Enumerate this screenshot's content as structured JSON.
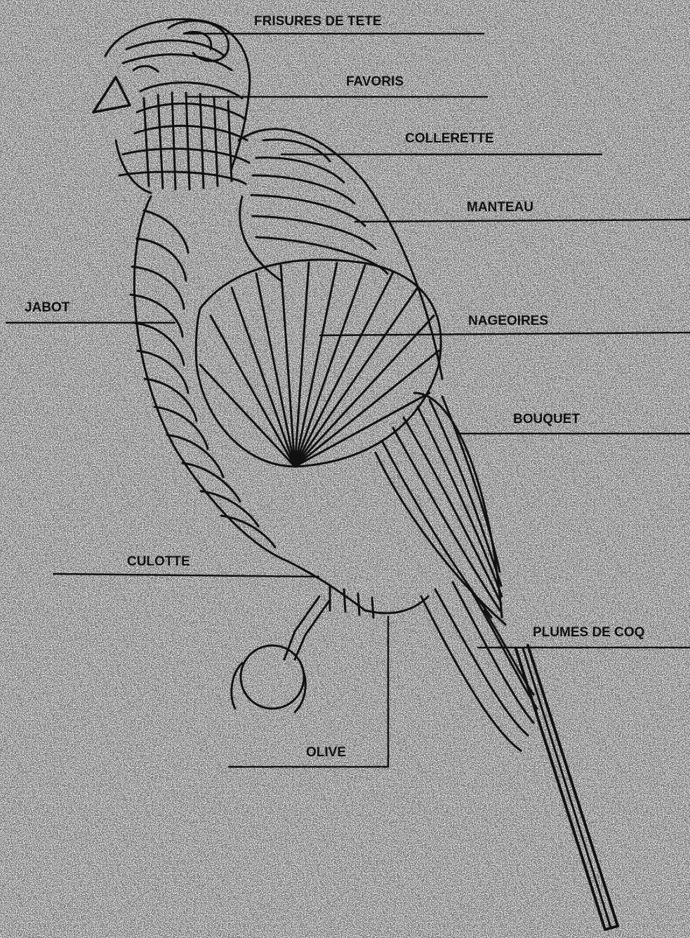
{
  "figure": {
    "subject": "bird-anatomy-diagram",
    "ink_color": "#111111",
    "paper_color": "#ffffff",
    "labels": [
      {
        "id": "frisures-de-tete",
        "text": "FRISURES DE TETE"
      },
      {
        "id": "favoris",
        "text": "FAVORIS"
      },
      {
        "id": "collerette",
        "text": "COLLERETTE"
      },
      {
        "id": "manteau",
        "text": "MANTEAU"
      },
      {
        "id": "jabot",
        "text": "JABOT"
      },
      {
        "id": "nageoires",
        "text": "NAGEOIRES"
      },
      {
        "id": "bouquet",
        "text": "BOUQUET"
      },
      {
        "id": "culotte",
        "text": "CULOTTE"
      },
      {
        "id": "plumes-de-coq",
        "text": "PLUMES DE COQ"
      },
      {
        "id": "olive",
        "text": "OLIVE"
      }
    ]
  }
}
